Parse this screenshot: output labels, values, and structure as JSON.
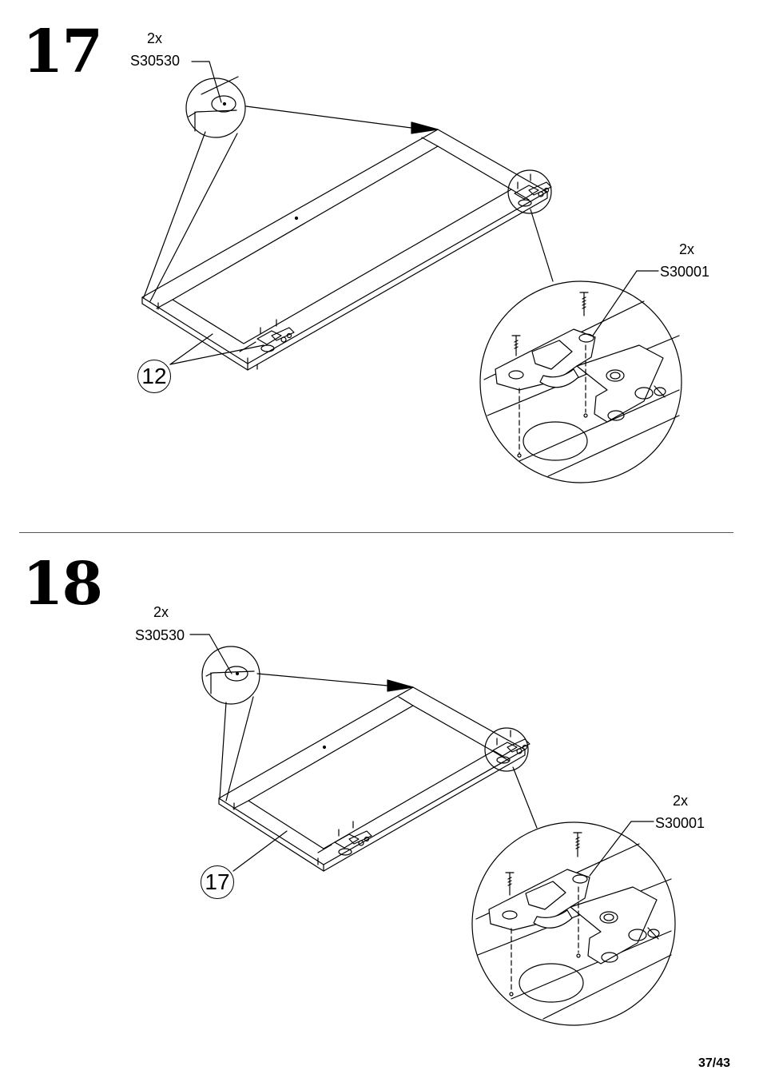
{
  "steps": [
    {
      "number": "17",
      "top_part": {
        "quantity": "2x",
        "code": "S30530"
      },
      "hinge_part": {
        "quantity": "2x",
        "code": "S30001"
      },
      "callout": "12"
    },
    {
      "number": "18",
      "top_part": {
        "quantity": "2x",
        "code": "S30530"
      },
      "hinge_part": {
        "quantity": "2x",
        "code": "S30001"
      },
      "callout": "17"
    }
  ],
  "page": {
    "number": "37/43"
  }
}
